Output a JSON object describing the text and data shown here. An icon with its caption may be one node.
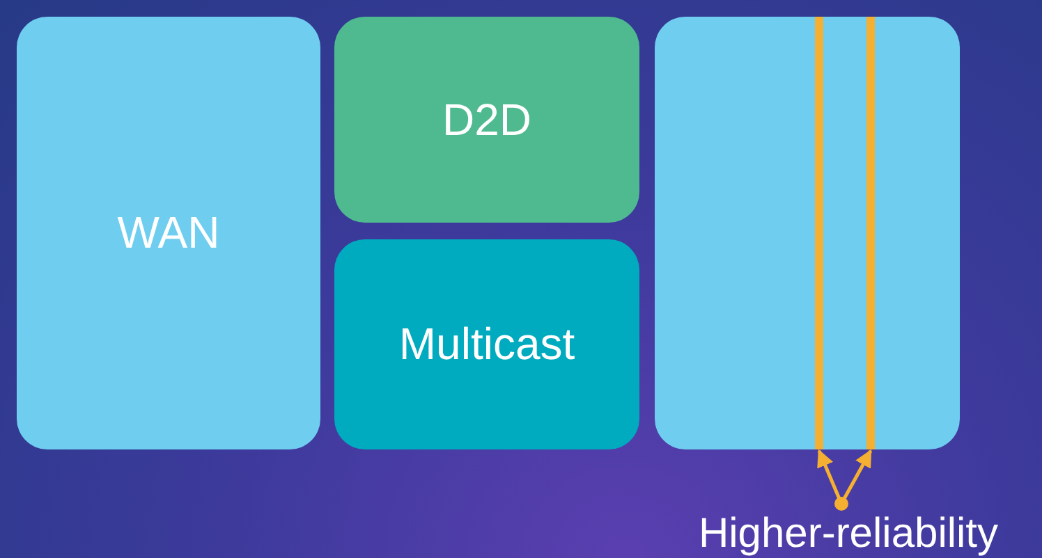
{
  "diagram": {
    "nodes": [
      {
        "text": [
          "WAN"
        ]
      },
      {
        "text": [
          "D2D"
        ]
      },
      {
        "text": [
          "Multicast"
        ]
      },
      {
        "text": [],
        "shape": "box"
      },
      {
        "text": [],
        "shape": "bar",
        "in": 3
      },
      {
        "text": [],
        "shape": "bar",
        "in": 3
      },
      {
        "text": [
          "Higher-reliability"
        ]
      }
    ],
    "edges": [
      {
        "from": 6,
        "to": 4,
        "arrow": "to"
      },
      {
        "from": 6,
        "to": 5,
        "arrow": "to"
      }
    ]
  }
}
